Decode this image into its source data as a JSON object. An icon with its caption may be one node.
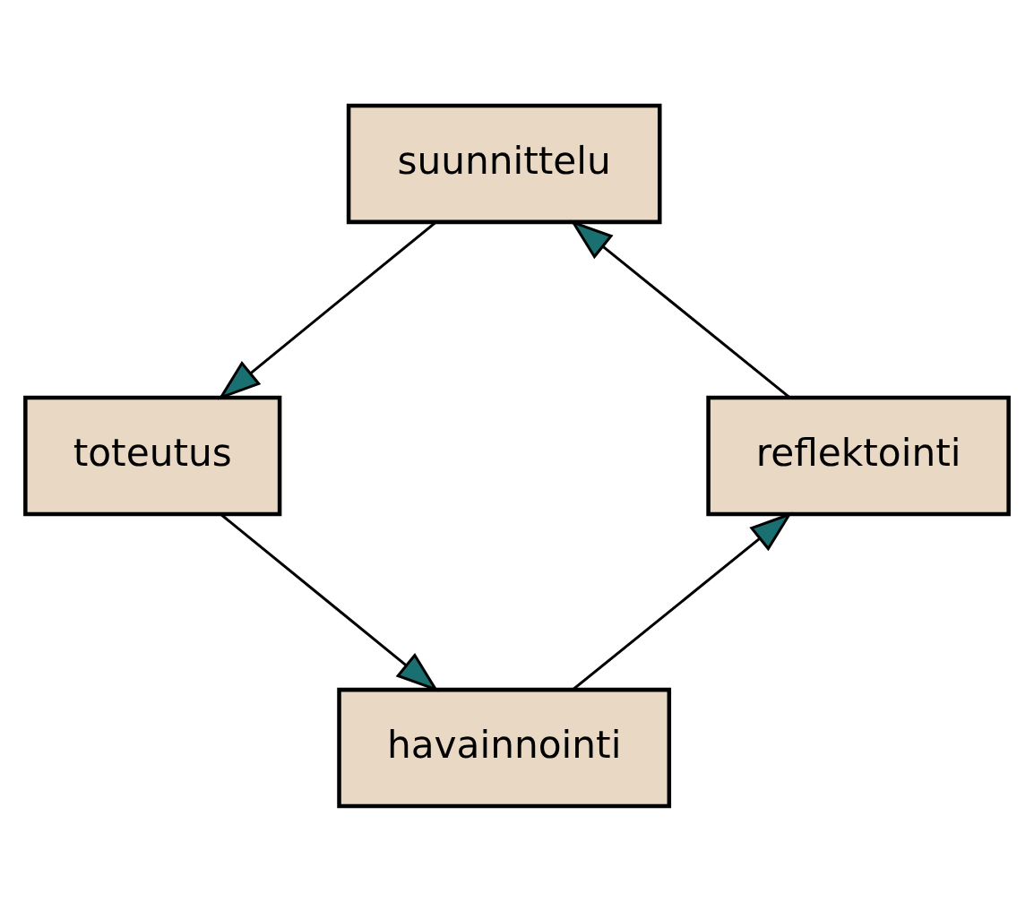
{
  "diagram": {
    "nodes": [
      {
        "text": [
          "suunnittelu"
        ]
      },
      {
        "text": [
          "toteutus"
        ]
      },
      {
        "text": [
          "havainnointi"
        ]
      },
      {
        "text": [
          "reflektointi"
        ]
      }
    ],
    "edges": [
      {
        "from": 0,
        "to": 1,
        "arrow": "to"
      },
      {
        "from": 1,
        "to": 2,
        "arrow": "to"
      },
      {
        "from": 2,
        "to": 3,
        "arrow": "to"
      },
      {
        "from": 3,
        "to": 0,
        "arrow": "to"
      }
    ]
  }
}
